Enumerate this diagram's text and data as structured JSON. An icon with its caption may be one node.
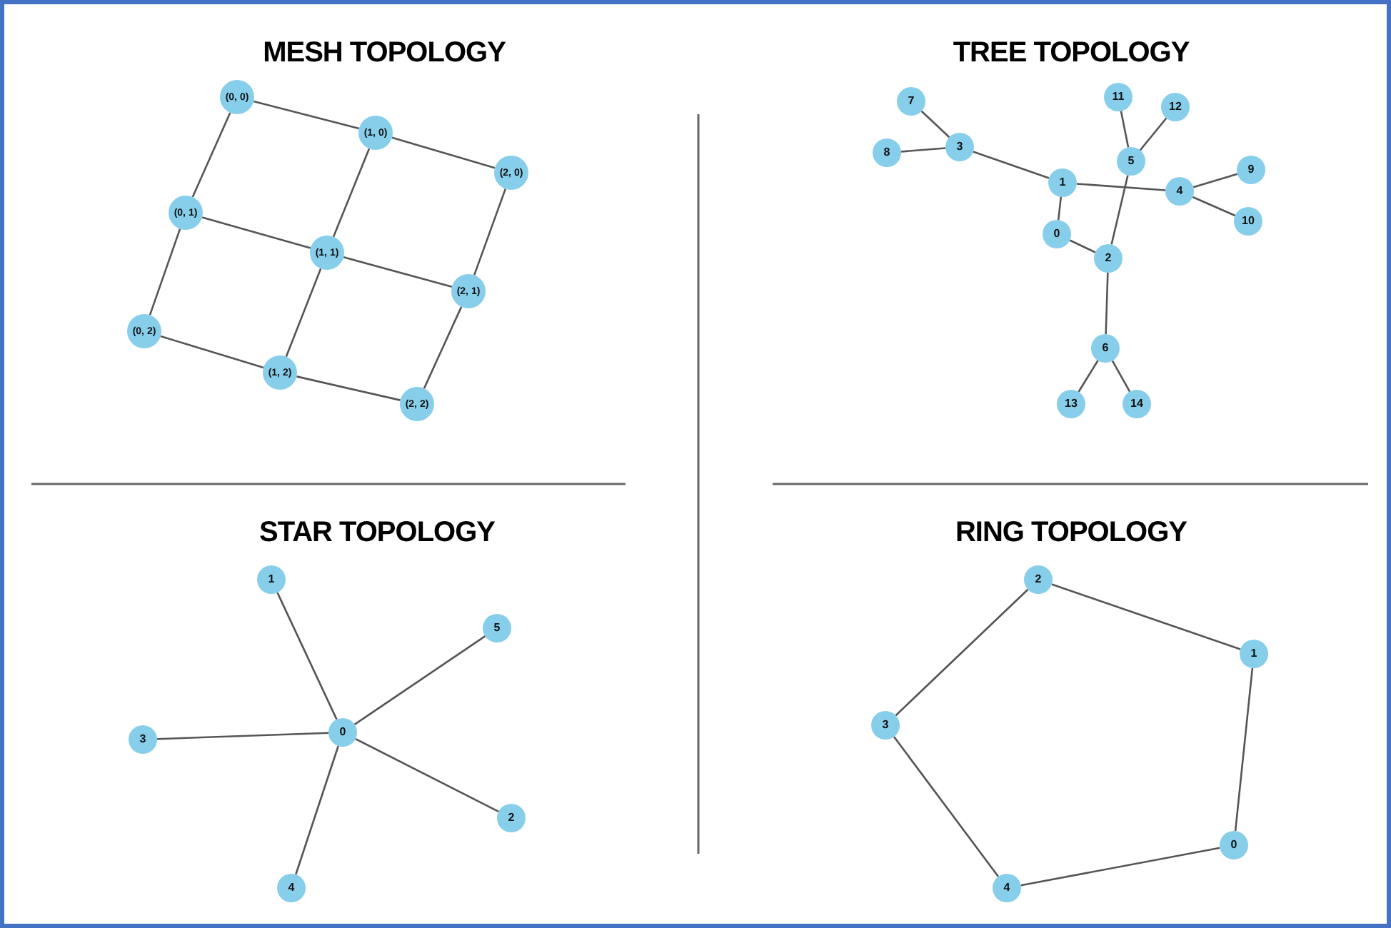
{
  "diagram": {
    "nodes": [
      {
        "text": [
          "(0, 0)"
        ]
      },
      {
        "text": [
          "(1, 0)"
        ]
      },
      {
        "text": [
          "(2, 0)"
        ]
      },
      {
        "text": [
          "(0, 1)"
        ]
      },
      {
        "text": [
          "(1, 1)"
        ]
      },
      {
        "text": [
          "(2, 1)"
        ]
      },
      {
        "text": [
          "(0, 2)"
        ]
      },
      {
        "text": [
          "(1, 2)"
        ]
      },
      {
        "text": [
          "(2, 2)"
        ]
      },
      {
        "text": [
          "0"
        ]
      },
      {
        "text": [
          "1"
        ]
      },
      {
        "text": [
          "2"
        ]
      },
      {
        "text": [
          "3"
        ]
      },
      {
        "text": [
          "4"
        ]
      },
      {
        "text": [
          "5"
        ]
      },
      {
        "text": [
          "6"
        ]
      },
      {
        "text": [
          "7"
        ]
      },
      {
        "text": [
          "8"
        ]
      },
      {
        "text": [
          "9"
        ]
      },
      {
        "text": [
          "10"
        ]
      },
      {
        "text": [
          "11"
        ]
      },
      {
        "text": [
          "12"
        ]
      },
      {
        "text": [
          "13"
        ]
      },
      {
        "text": [
          "14"
        ]
      },
      {
        "text": [
          "0"
        ]
      },
      {
        "text": [
          "1"
        ]
      },
      {
        "text": [
          "2"
        ]
      },
      {
        "text": [
          "3"
        ]
      },
      {
        "text": [
          "4"
        ]
      },
      {
        "text": [
          "5"
        ]
      },
      {
        "text": [
          "0"
        ]
      },
      {
        "text": [
          "1"
        ]
      },
      {
        "text": [
          "2"
        ]
      },
      {
        "text": [
          "3"
        ]
      },
      {
        "text": [
          "4"
        ]
      }
    ],
    "edges": [
      {
        "from": 0,
        "to": 1,
        "arrow": "none"
      },
      {
        "from": 1,
        "to": 2,
        "arrow": "none"
      },
      {
        "from": 3,
        "to": 4,
        "arrow": "none"
      },
      {
        "from": 4,
        "to": 5,
        "arrow": "none"
      },
      {
        "from": 6,
        "to": 7,
        "arrow": "none"
      },
      {
        "from": 7,
        "to": 8,
        "arrow": "none"
      },
      {
        "from": 0,
        "to": 3,
        "arrow": "none"
      },
      {
        "from": 3,
        "to": 6,
        "arrow": "none"
      },
      {
        "from": 1,
        "to": 4,
        "arrow": "none"
      },
      {
        "from": 4,
        "to": 7,
        "arrow": "none"
      },
      {
        "from": 2,
        "to": 5,
        "arrow": "none"
      },
      {
        "from": 5,
        "to": 8,
        "arrow": "none"
      },
      {
        "from": 12,
        "to": 16,
        "arrow": "none"
      },
      {
        "from": 12,
        "to": 17,
        "arrow": "none"
      },
      {
        "from": 12,
        "to": 10,
        "arrow": "none"
      },
      {
        "from": 10,
        "to": 9,
        "arrow": "none"
      },
      {
        "from": 10,
        "to": 13,
        "arrow": "none"
      },
      {
        "from": 9,
        "to": 11,
        "arrow": "none"
      },
      {
        "from": 11,
        "to": 14,
        "arrow": "none"
      },
      {
        "from": 14,
        "to": 20,
        "arrow": "none"
      },
      {
        "from": 14,
        "to": 21,
        "arrow": "none"
      },
      {
        "from": 13,
        "to": 18,
        "arrow": "none"
      },
      {
        "from": 13,
        "to": 19,
        "arrow": "none"
      },
      {
        "from": 11,
        "to": 15,
        "arrow": "none"
      },
      {
        "from": 15,
        "to": 22,
        "arrow": "none"
      },
      {
        "from": 15,
        "to": 23,
        "arrow": "none"
      },
      {
        "from": 24,
        "to": 25,
        "arrow": "none"
      },
      {
        "from": 24,
        "to": 26,
        "arrow": "none"
      },
      {
        "from": 24,
        "to": 27,
        "arrow": "none"
      },
      {
        "from": 24,
        "to": 28,
        "arrow": "none"
      },
      {
        "from": 24,
        "to": 29,
        "arrow": "none"
      },
      {
        "from": 30,
        "to": 31,
        "arrow": "none"
      },
      {
        "from": 31,
        "to": 32,
        "arrow": "none"
      },
      {
        "from": 32,
        "to": 33,
        "arrow": "none"
      },
      {
        "from": 33,
        "to": 34,
        "arrow": "none"
      },
      {
        "from": 34,
        "to": 30,
        "arrow": "none"
      }
    ],
    "labels": [
      "MESH TOPOLOGY",
      "TREE TOPOLOGY",
      "STAR TOPOLOGY",
      "RING TOPOLOGY"
    ]
  }
}
